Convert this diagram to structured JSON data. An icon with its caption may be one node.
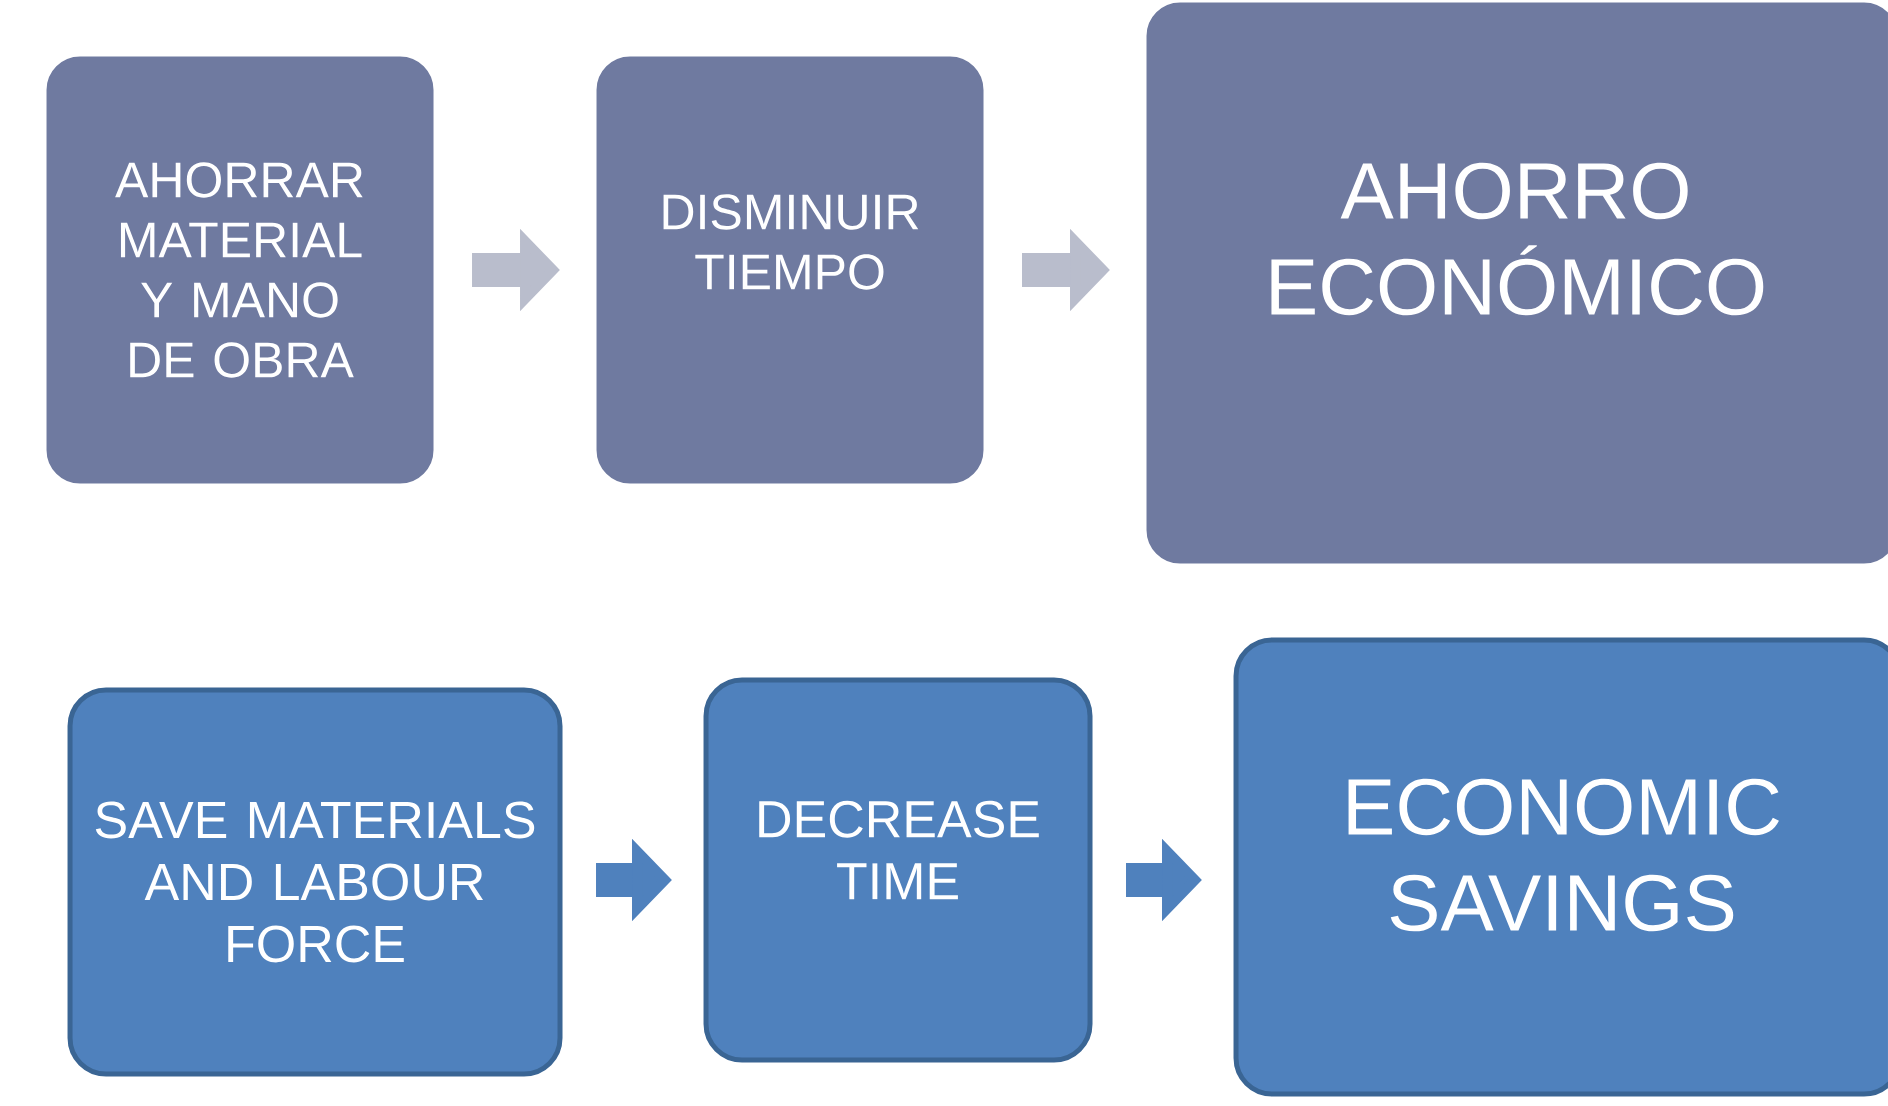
{
  "diagram": {
    "nodes": [
      {
        "text": [
          "AHORRAR MATERIAL Y MANO DE OBRA"
        ]
      },
      {
        "text": [
          "DISMINUIR TIEMPO"
        ]
      },
      {
        "text": [
          "AHORRO ECONÓMICO"
        ]
      },
      {
        "text": [
          "SAVE MATERIALS AND LABOUR FORCE"
        ]
      },
      {
        "text": [
          "DECREASE TIME"
        ]
      },
      {
        "text": [
          "ECONOMIC SAVINGS"
        ]
      }
    ],
    "edges": [
      {
        "from": 0,
        "to": 1,
        "arrow": "to",
        "color": "#b9bdcc"
      },
      {
        "from": 1,
        "to": 2,
        "arrow": "to",
        "color": "#b9bdcc"
      },
      {
        "from": 3,
        "to": 4,
        "arrow": "to",
        "color": "#4f81bd"
      },
      {
        "from": 4,
        "to": 5,
        "arrow": "to",
        "color": "#4f81bd"
      }
    ]
  }
}
